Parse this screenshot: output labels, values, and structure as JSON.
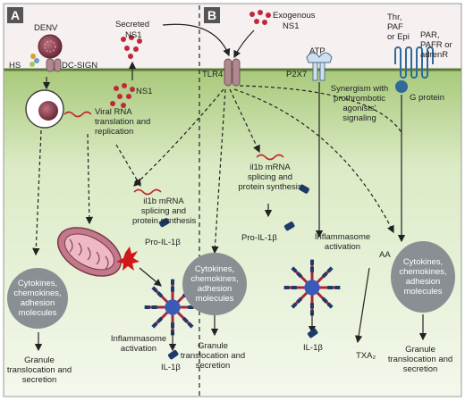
{
  "panels": {
    "a": "A",
    "b": "B"
  },
  "labels": {
    "denv": "DENV",
    "hs": "HS",
    "dcsign": "DC-SIGN",
    "secreted": "Secreted",
    "ns1_secreted": "NS1",
    "ns1_inner": "NS1",
    "viral_rna": [
      "Viral RNA",
      "translation and",
      "replication"
    ],
    "il1b_mrna_a": [
      "il1b mRNA",
      "splicing and",
      "protein synthesis"
    ],
    "pro_il1b_a": "Pro-IL-1β",
    "inflammasome_a": [
      "Inflammasome",
      "activation"
    ],
    "il1b_a": "IL-1β",
    "granule_a": [
      "Granule",
      "translocation and",
      "secretion"
    ],
    "exogenous": "Exogenous",
    "ns1_exo": "NS1",
    "tlr4": "TLR4",
    "atp": "ATP",
    "p2x7": "P2X7",
    "agonists": [
      "Thr,",
      "PAF",
      "or Epi"
    ],
    "receptors": [
      "PAR,",
      "PAFR or",
      "adrenR"
    ],
    "synergism": [
      "Synergism with",
      "prothrombotic",
      "agonists'",
      "signaling"
    ],
    "gprotein": "G protein",
    "il1b_mrna_b": [
      "il1b mRNA",
      "splicing and",
      "protein synthesis"
    ],
    "pro_il1b_b": "Pro-IL-1β",
    "inflammasome_b": [
      "Inflammasome",
      "activation"
    ],
    "il1b_b": "IL-1β",
    "aa": "AA",
    "txa2": "TXA₂",
    "granule_b1": [
      "Granule",
      "translocation and",
      "secretion"
    ],
    "granule_b2": [
      "Granule",
      "translocation and",
      "secretion"
    ]
  },
  "cytokines": {
    "a": [
      "Cytokines,",
      "chemokines,",
      "adhesion",
      "molecules"
    ],
    "b1": [
      "Cytokines,",
      "chemokines,",
      "adhesion",
      "molecules"
    ],
    "b2": [
      "Cytokines,",
      "chemokines,",
      "adhesion",
      "molecules"
    ]
  },
  "colors": {
    "cell_top": "#a8c97a",
    "cell_bottom": "#f2f8ea",
    "extracellular": "#f4eeee",
    "membrane": "#5a7a3a",
    "virion": "#8c3a4a",
    "cyto_bubble": "#8a8f94",
    "receptor": "#b08890",
    "gprotein": "#2f6a9a",
    "mito": "#c27a8a",
    "inflammasome": "#3a5ab8",
    "arm": "#a4283a"
  }
}
